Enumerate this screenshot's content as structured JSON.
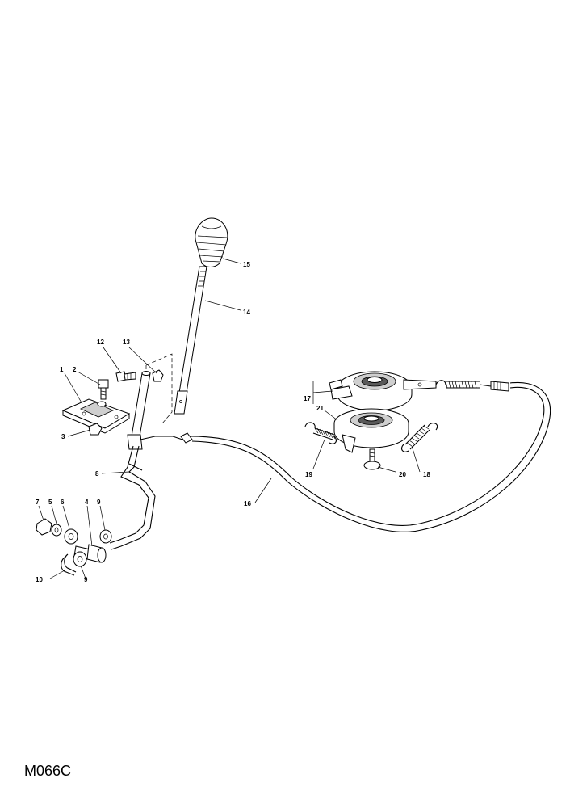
{
  "diagram_code": "M066C",
  "callouts": {
    "c1": "1",
    "c2": "2",
    "c3": "3",
    "c4": "4",
    "c5": "5",
    "c6": "6",
    "c7": "7",
    "c8": "8",
    "c9a": "9",
    "c9b": "9",
    "c10": "10",
    "c12": "12",
    "c13": "13",
    "c14": "14",
    "c15": "15",
    "c16": "16",
    "c17": "17",
    "c18": "18",
    "c19": "19",
    "c20": "20",
    "c21": "21"
  }
}
